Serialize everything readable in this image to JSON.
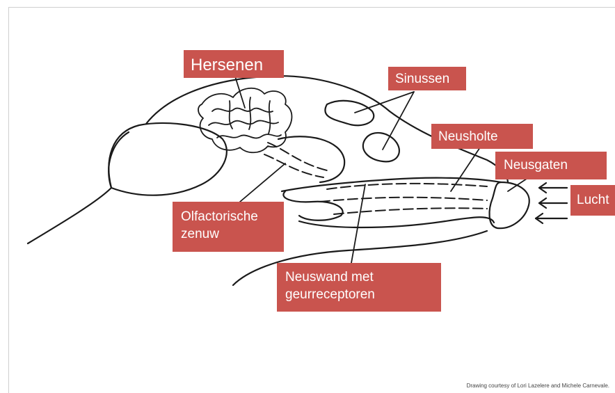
{
  "labels": {
    "hersenen": "Hersenen",
    "sinussen": "Sinussen",
    "neusholte": "Neusholte",
    "neusgaten": "Neusgaten",
    "lucht": "Lucht",
    "olfactorische_line1": "Olfactorische",
    "olfactorische_line2": "zenuw",
    "neuswand_line1": "Neuswand met",
    "neuswand_line2": "geurreceptoren"
  },
  "credit": "Drawing courtesy of Lori Lazelere and Michele Carnevale.",
  "colors": {
    "label_background": "#c9544e",
    "label_text": "#ffffff",
    "line": "#1a1a1a"
  }
}
